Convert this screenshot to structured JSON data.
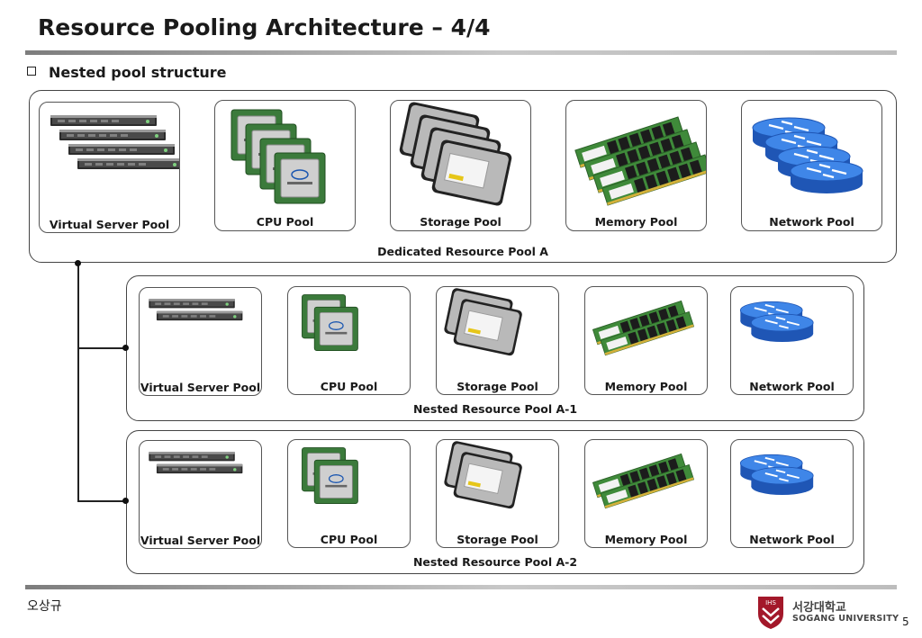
{
  "header": {
    "title": "Resource Pooling Architecture – 4/4"
  },
  "section": {
    "subtitle": "Nested pool structure"
  },
  "groups": [
    {
      "label": "Dedicated Resource Pool A",
      "cards": [
        {
          "label": "Virtual Server Pool",
          "icon": "server-rack-icon"
        },
        {
          "label": "CPU Pool",
          "icon": "cpu-chip-icon"
        },
        {
          "label": "Storage Pool",
          "icon": "hard-drive-icon"
        },
        {
          "label": "Memory Pool",
          "icon": "memory-module-icon"
        },
        {
          "label": "Network Pool",
          "icon": "router-icon"
        }
      ]
    },
    {
      "label": "Nested Resource Pool A-1",
      "cards": [
        {
          "label": "Virtual Server Pool",
          "icon": "server-rack-icon"
        },
        {
          "label": "CPU Pool",
          "icon": "cpu-chip-icon"
        },
        {
          "label": "Storage Pool",
          "icon": "hard-drive-icon"
        },
        {
          "label": "Memory Pool",
          "icon": "memory-module-icon"
        },
        {
          "label": "Network Pool",
          "icon": "router-icon"
        }
      ]
    },
    {
      "label": "Nested Resource Pool A-2",
      "cards": [
        {
          "label": "Virtual Server Pool",
          "icon": "server-rack-icon"
        },
        {
          "label": "CPU Pool",
          "icon": "cpu-chip-icon"
        },
        {
          "label": "Storage Pool",
          "icon": "hard-drive-icon"
        },
        {
          "label": "Memory Pool",
          "icon": "memory-module-icon"
        },
        {
          "label": "Network Pool",
          "icon": "router-icon"
        }
      ]
    }
  ],
  "footer": {
    "author": "오상규",
    "page_number": "5",
    "logo_korean": "서강대학교",
    "logo_english": "SOGANG UNIVERSITY",
    "logo_badge": "IHS"
  },
  "colors": {
    "accent_rule": "#8c8c8c",
    "router_blue": "#2f6fd6",
    "memory_green": "#3f8a3a"
  }
}
